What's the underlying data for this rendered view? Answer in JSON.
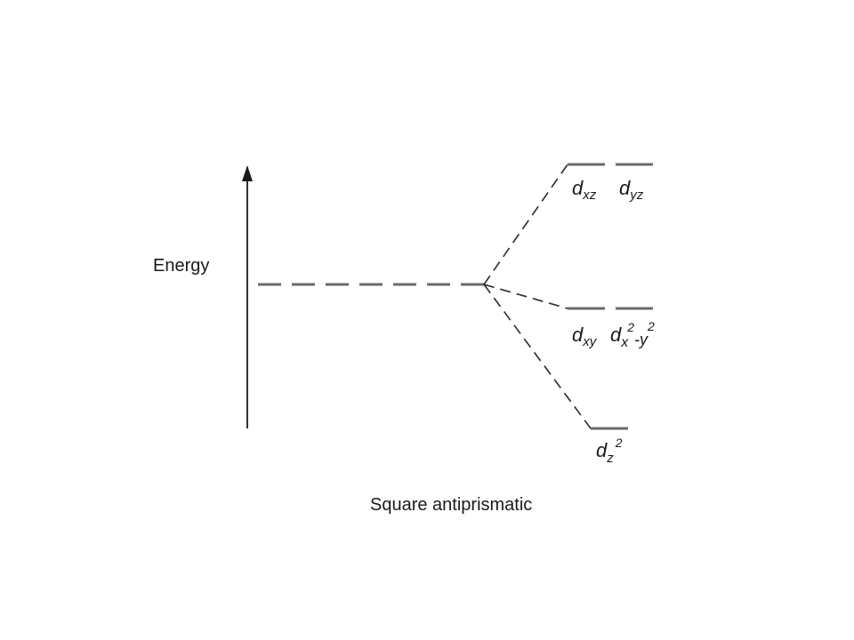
{
  "axis": {
    "label": "Energy"
  },
  "caption": "Square antiprismatic",
  "levels": {
    "upper": [
      {
        "main": "d",
        "sub": "xz",
        "sup": ""
      },
      {
        "main": "d",
        "sub": "yz",
        "sup": ""
      }
    ],
    "middle": [
      {
        "main": "d",
        "sub": "xy",
        "sup": ""
      },
      {
        "main": "d",
        "sub": "x",
        "sup": "2",
        "tail_main": "-y",
        "tail_sup": "2"
      }
    ],
    "lower": [
      {
        "main": "d",
        "sub": "z",
        "sup": "2"
      }
    ]
  },
  "colors": {
    "level_line": "#6a6a6a",
    "connector": "#2a2a2a",
    "text": "#1a1a1a"
  }
}
